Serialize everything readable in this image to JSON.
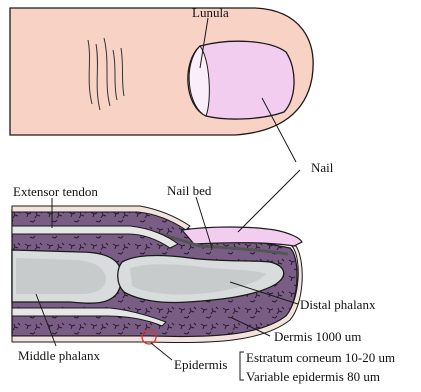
{
  "labels": {
    "lunula": "Lunula",
    "nail": "Nail",
    "extensor_tendon": "Extensor tendon",
    "nail_bed": "Nail bed",
    "distal_phalanx": "Distal phalanx",
    "dermis": "Dermis 1000 um",
    "middle_phalanx": "Middle phalanx",
    "epidermis": "Epidermis",
    "stratum_corneum": "Estratum corneum  10-20 um",
    "variable_epidermis": "Variable epidermis  80 um"
  },
  "colors": {
    "skin": "#f9d2c6",
    "nail": "#f3cdf0",
    "lunula": "#fbeefb",
    "dermis": "#7a5d84",
    "bone": "#d9dcdc",
    "marrow": "#c7cbcb",
    "outline": "#1a1a1a",
    "highlight_circle": "#e23030"
  }
}
